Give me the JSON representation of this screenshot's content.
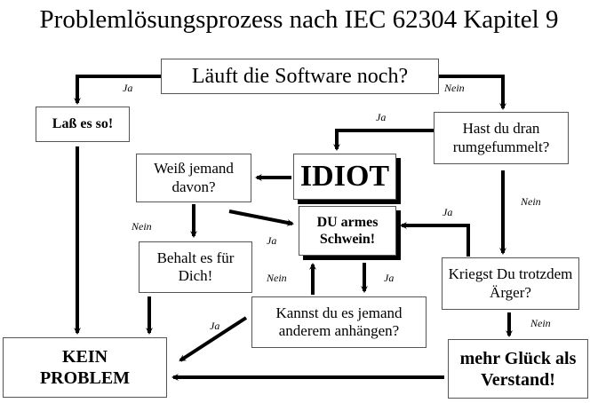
{
  "title": "Problemlösungsprozess nach IEC 62304 Kapitel 9",
  "nodes": {
    "start": "Läuft die Software noch?",
    "leave": "Laß es so!",
    "tampered": "Hast du dran rumgefummelt?",
    "idiot": "IDIOT",
    "knows": "Weiß jemand davon?",
    "poor": "DU armes Schwein!",
    "keep": "Behalt es für Dich!",
    "trouble": "Kriegst Du trotzdem Ärger?",
    "blame": "Kannst du es jemand anderem anhängen?",
    "noproblem": "KEIN PROBLEM",
    "luck": "mehr Glück als Verstand!"
  },
  "labels": {
    "start_ja": "Ja",
    "start_nein": "Nein",
    "tampered_ja": "Ja",
    "tampered_nein": "Nein",
    "knows_nein": "Nein",
    "knows_ja": "Ja",
    "trouble_ja": "Ja",
    "trouble_nein": "Nein",
    "blame_nein": "Nein",
    "blame_ja_up": "Ja",
    "blame_ja": "Ja"
  }
}
